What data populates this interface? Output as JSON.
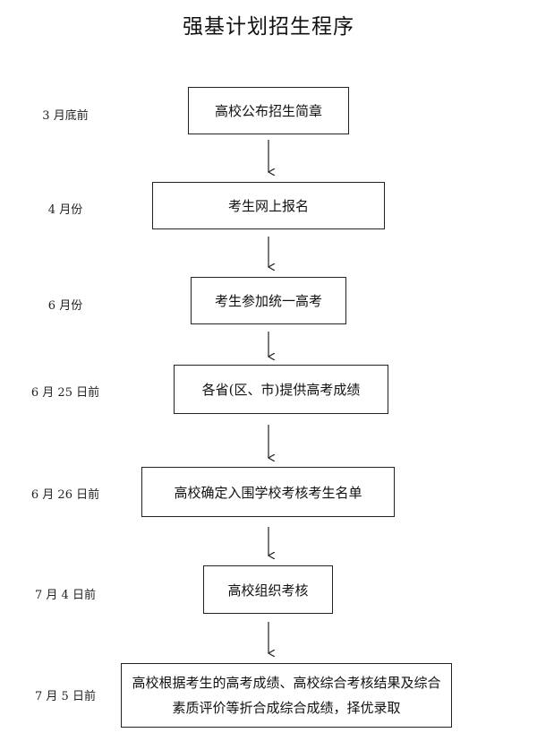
{
  "title": "强基计划招生程序",
  "steps": [
    {
      "date": "3 月底前",
      "text": "高校公布招生简章"
    },
    {
      "date": "4 月份",
      "text": "考生网上报名"
    },
    {
      "date": "6 月份",
      "text": "考生参加统一高考"
    },
    {
      "date": "6 月 25 日前",
      "text": "各省(区、市)提供高考成绩"
    },
    {
      "date": "6 月 26 日前",
      "text": "高校确定入围学校考核考生名单"
    },
    {
      "date": "7 月 4 日前",
      "text": "高校组织考核"
    },
    {
      "date": "7 月 5 日前",
      "text_lines": [
        "高校根据考生的高考成绩、高校综合考核结果及综合",
        "素质评价等折合成综合成绩，择优录取"
      ]
    }
  ]
}
